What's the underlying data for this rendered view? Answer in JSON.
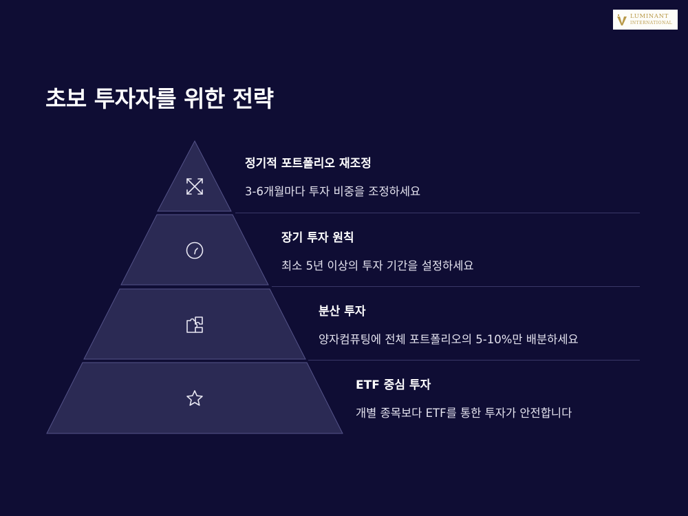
{
  "brand": {
    "name_line1": "LUMINANT",
    "name_line2": "INTERNATIONAL"
  },
  "page_title": "초보 투자자를 위한 전략",
  "colors": {
    "background": "#0f0d34",
    "tier_fill": "#2b2a54",
    "tier_stroke": "#55548a",
    "divider": "#3a3868",
    "logo_gold": "#b99a4a"
  },
  "tiers": [
    {
      "icon": "arrows-icon",
      "title": "정기적 포트폴리오 재조정",
      "description": "3-6개월마다 투자 비중을 조정하세요"
    },
    {
      "icon": "clock-icon",
      "title": "장기 투자 원칙",
      "description": "최소 5년 이상의 투자 기간을 설정하세요"
    },
    {
      "icon": "puzzle-icon",
      "title": "분산 투자",
      "description": "양자컴퓨팅에 전체 포트폴리오의 5-10%만 배분하세요"
    },
    {
      "icon": "star-icon",
      "title": "ETF 중심 투자",
      "description": "개별 종목보다 ETF를 통한 투자가 안전합니다"
    }
  ]
}
